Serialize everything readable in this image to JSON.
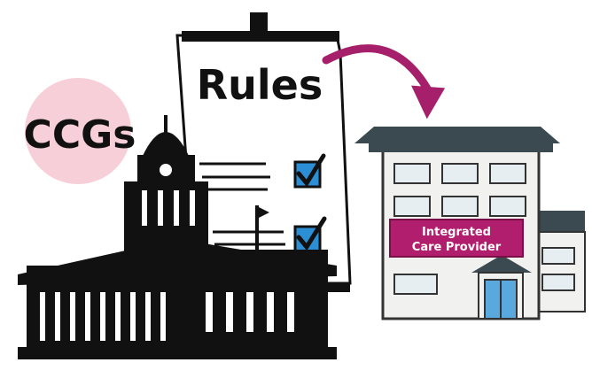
{
  "ccg_label": "CCGs",
  "rules_title": "Rules",
  "building_sign": {
    "line1": "Integrated",
    "line2": "Care Provider"
  },
  "colors": {
    "ccg_circle": "#f7cfd8",
    "arrow": "#a51f6b",
    "sign_bg": "#b21e6e",
    "check_box": "#2c8fd6",
    "window_fill": "#e6eef2",
    "door_fill": "#5aa9de",
    "roof": "#3a4a50",
    "building_wall": "#f1f1ef"
  }
}
